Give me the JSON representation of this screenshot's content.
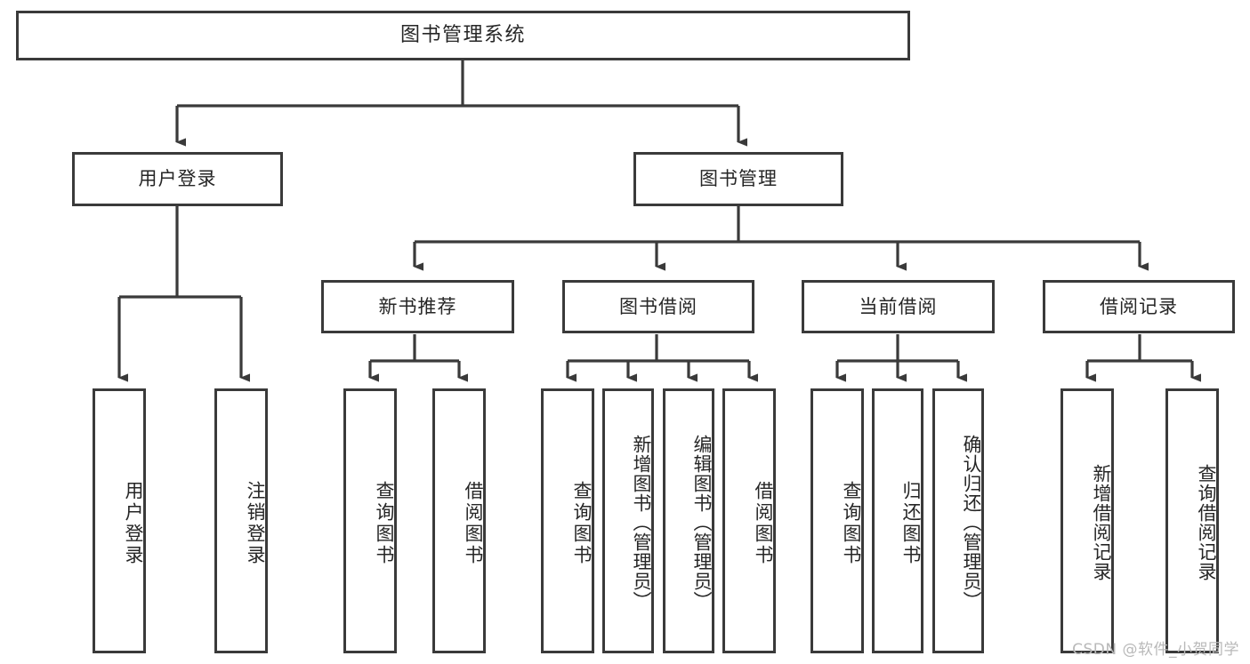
{
  "diagram": {
    "type": "tree",
    "title": "图书管理系统",
    "root": {
      "label": "图书管理系统"
    },
    "level2": [
      {
        "label": "用户登录"
      },
      {
        "label": "图书管理"
      }
    ],
    "level3": [
      {
        "label": "新书推荐"
      },
      {
        "label": "图书借阅"
      },
      {
        "label": "当前借阅"
      },
      {
        "label": "借阅记录"
      }
    ],
    "leaves": {
      "user_login": [
        {
          "label": "用户登录"
        },
        {
          "label": "注销登录"
        }
      ],
      "new_book_recommend": [
        {
          "label": "查询图书"
        },
        {
          "label": "借阅图书"
        }
      ],
      "book_borrow": [
        {
          "label": "查询图书"
        },
        {
          "label": "新增图书（管理员）"
        },
        {
          "label": "编辑图书（管理员）"
        },
        {
          "label": "借阅图书"
        }
      ],
      "current_borrow": [
        {
          "label": "查询图书"
        },
        {
          "label": "归还图书"
        },
        {
          "label": "确认归还（管理员）"
        }
      ],
      "borrow_record": [
        {
          "label": "新增借阅记录"
        },
        {
          "label": "查询借阅记录"
        }
      ]
    }
  },
  "watermark": {
    "text": "CSDN @软件_小贺同学"
  },
  "colors": {
    "stroke": "#3a3a3a",
    "background": "#ffffff",
    "text": "#262626",
    "watermark": "#b9b9b9"
  }
}
